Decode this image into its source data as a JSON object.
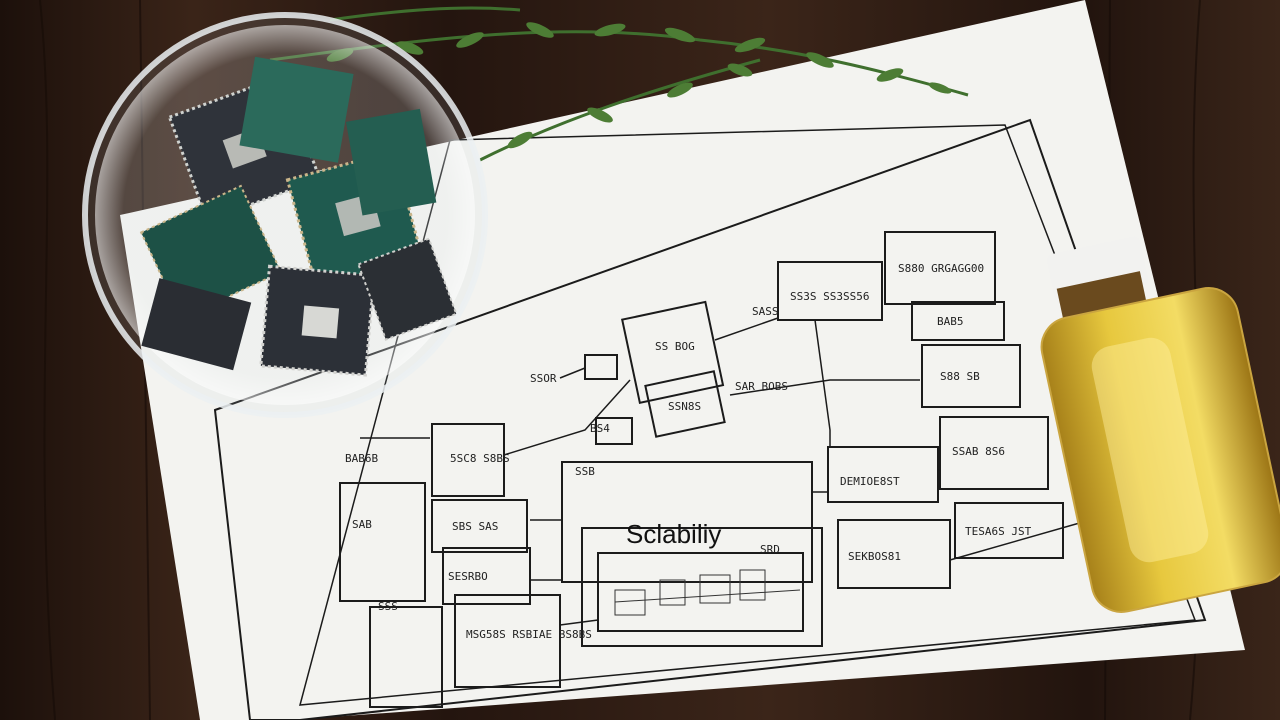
{
  "scene": {
    "background": "dark-wood-table",
    "objects": [
      "glass-bowl-with-microchips",
      "herb-sprig",
      "circuit-diagram-paper",
      "oil-bottle"
    ]
  },
  "diagram": {
    "title": "Sclabiliy",
    "labels": [
      "S880 GRGAGG00",
      "SS3S SS3SS56",
      "BAB5",
      "S88 SB",
      "SS BOG",
      "5SC8 S8BS",
      "SBS SAS",
      "SESRBO",
      "MSG58S RSBIAE BS8BS",
      "SAR BOBS",
      "SSN8S",
      "BS4",
      "DEMIOE8ST",
      "SEKBOS81",
      "SSAB 8S6",
      "TESA6S JST",
      "SSOR",
      "SASS",
      "BAB6B",
      "SAB",
      "SSS",
      "SSB",
      "SRD"
    ]
  },
  "colors": {
    "wood": "#2b1a12",
    "paper": "#f4f4f1",
    "ink": "#1b1b1b",
    "chip_green": "#1f5a4f",
    "chip_dark": "#2f333a",
    "oil": "#d8b42a",
    "herb": "#3f6f2e"
  }
}
